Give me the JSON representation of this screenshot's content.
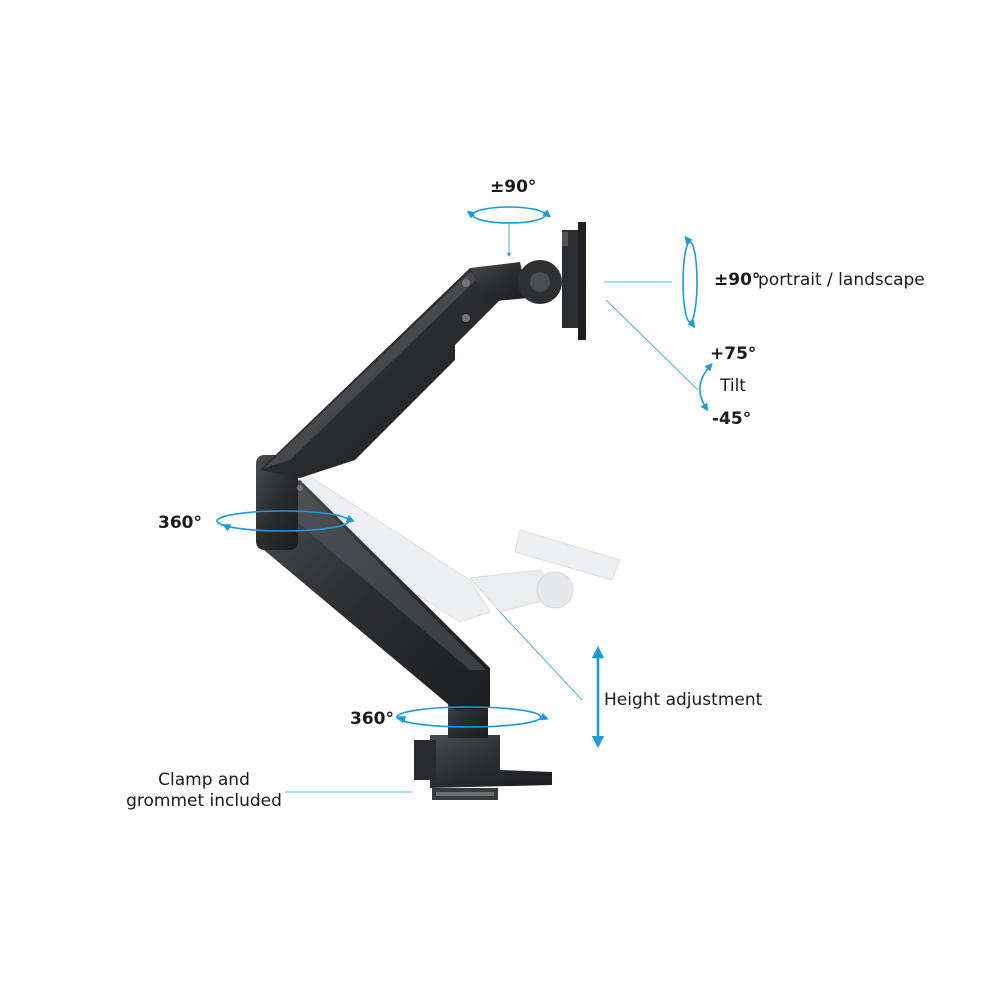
{
  "labels": {
    "swivel_top": "±90°",
    "rotation_degrees": "±90°",
    "rotation_text": "portrait / landscape",
    "tilt_up": "+75°",
    "tilt_text": "Tilt",
    "tilt_down": "-45°",
    "elbow_swivel": "360°",
    "base_swivel": "360°",
    "height": "Height adjustment",
    "clamp_line1": "Clamp and",
    "clamp_line2": "grommet included"
  },
  "colors": {
    "accent": "#1e9ad6",
    "arm": "#2b2c30",
    "arm_highlight": "#55575d",
    "ghost": "#e6e7ea"
  }
}
